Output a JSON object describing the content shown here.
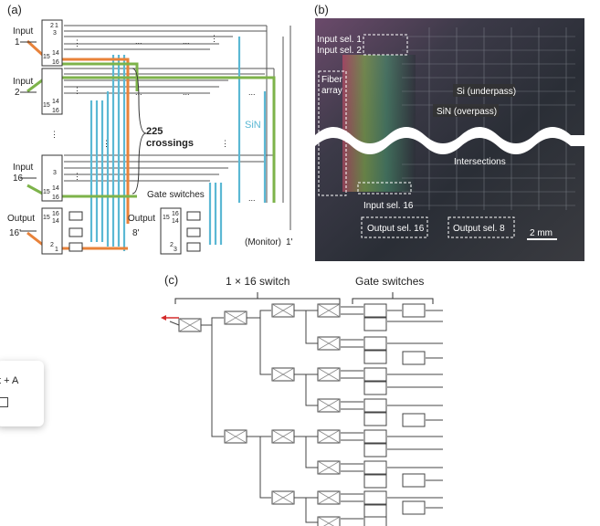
{
  "panel_a": {
    "label": "(a)",
    "inputs": [
      {
        "word": "Input",
        "num": "1"
      },
      {
        "word": "Input",
        "num": "2"
      },
      {
        "word": "Input",
        "num": "16"
      }
    ],
    "output_left": {
      "word": "Output",
      "num": "16'"
    },
    "output_mid": {
      "word": "Output",
      "num": "8'"
    },
    "monitor": "(Monitor)",
    "monitor_num": "1'",
    "crossings_count": "225",
    "crossings_word": "crossings",
    "gate_switches": "Gate switches",
    "sin": "SiN",
    "ports": {
      "p1": "1",
      "p2": "2",
      "p3": "3",
      "p14": "14",
      "p15": "15",
      "p16": "16"
    },
    "ellipsis": "...",
    "vdots": "⋮"
  },
  "panel_b": {
    "label": "(b)",
    "input_sel_1": "Input sel. 1",
    "input_sel_2": "Input sel. 2",
    "fiber_array_1": "Fiber",
    "fiber_array_2": "array",
    "si_underpass": "Si (underpass)",
    "sin_overpass": "SiN (overpass)",
    "intersections": "Intersections",
    "input_sel_16": "Input sel. 16",
    "output_sel_16": "Output sel. 16",
    "output_sel_8": "Output sel. 8",
    "scale": "2 mm"
  },
  "panel_c": {
    "label": "(c)",
    "switch_title": "1 × 16 switch",
    "gate_title": "Gate switches"
  },
  "popup": {
    "text": "t + A"
  },
  "colors": {
    "orange": "#e8823a",
    "green": "#7db34a",
    "cyan": "#5bb8d4",
    "red_arrow": "#d42a2a"
  }
}
